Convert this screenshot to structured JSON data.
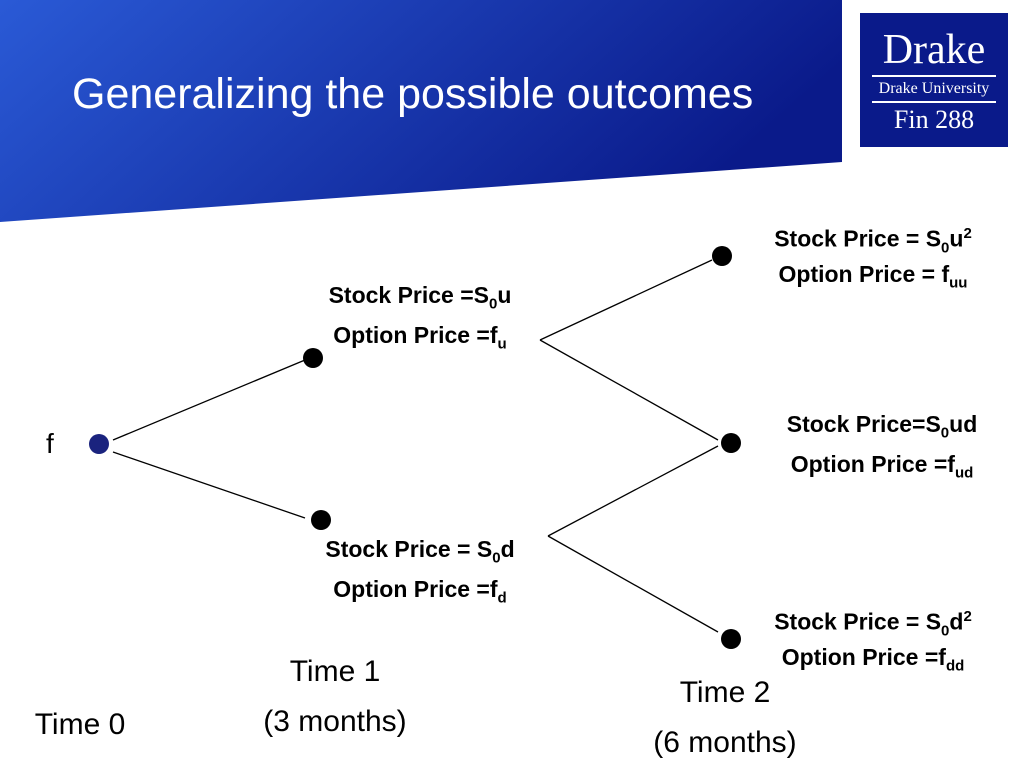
{
  "slide": {
    "title": "Generalizing the possible outcomes"
  },
  "logo": {
    "name": "Drake",
    "university": "Drake University",
    "course": "Fin 288"
  },
  "tree": {
    "root_label": "f",
    "node_up": {
      "stock_prefix": "Stock Price =S",
      "stock_sub": "0",
      "stock_suffix": "u",
      "option_prefix": "Option Price =f",
      "option_sub": "u"
    },
    "node_down": {
      "stock_prefix": "Stock Price = S",
      "stock_sub": "0",
      "stock_suffix": "d",
      "option_prefix": "Option Price =f",
      "option_sub": "d"
    },
    "node_uu": {
      "stock_prefix": "Stock Price = S",
      "stock_sub": "0",
      "stock_suffix": "u",
      "stock_sup": "2",
      "option_prefix": "Option Price = f",
      "option_sub": "uu"
    },
    "node_ud": {
      "stock_prefix": "Stock Price=S",
      "stock_sub": "0",
      "stock_suffix": "ud",
      "option_prefix": "Option Price =f",
      "option_sub": "ud"
    },
    "node_dd": {
      "stock_prefix": "Stock Price = S",
      "stock_sub": "0",
      "stock_suffix": "d",
      "stock_sup": "2",
      "option_prefix": "Option Price =f",
      "option_sub": "dd"
    }
  },
  "timeline": {
    "t0": "Time 0",
    "t1": "Time 1",
    "t1_detail": "(3 months)",
    "t2": "Time 2",
    "t2_detail": "(6 months)"
  },
  "colors": {
    "banner_dark": "#0a1a8a",
    "banner_light": "#2a5ad6",
    "root_node": "#1a237e",
    "node": "#000000"
  }
}
